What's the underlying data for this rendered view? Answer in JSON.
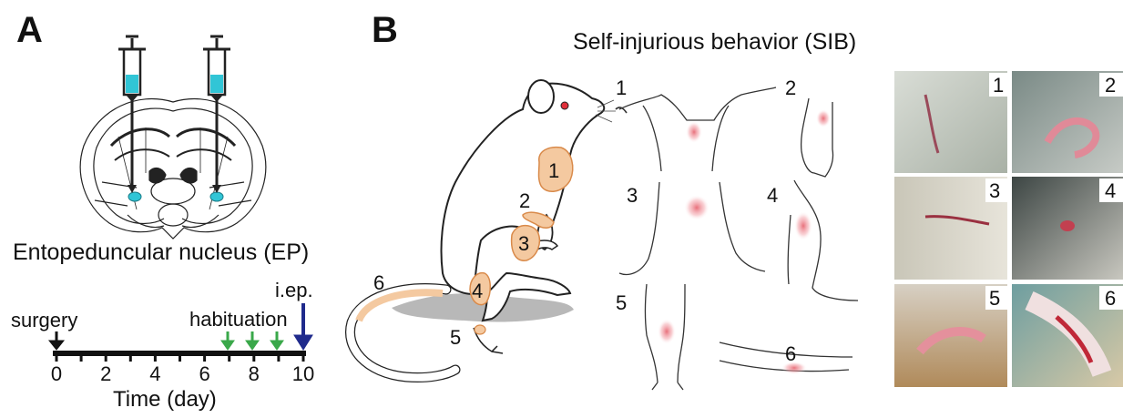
{
  "panel_a": {
    "letter": "A",
    "brain_label": "Entopeduncular nucleus (EP)",
    "timeline": {
      "event_surgery": "surgery",
      "event_habituation": "habituation",
      "event_iep": "i.ep.",
      "ticks": [
        "0",
        "2",
        "4",
        "6",
        "8",
        "10"
      ],
      "axis_label": "Time (day)",
      "colors": {
        "surgery": "#111111",
        "habituation": "#3aa84a",
        "iep": "#1f2a8c"
      }
    }
  },
  "panel_b": {
    "letter": "B",
    "title": "Self-injurious behavior (SIB)",
    "body_numbers": [
      "1",
      "2",
      "3",
      "4",
      "5",
      "6"
    ],
    "detail_numbers": [
      "1",
      "2",
      "3",
      "4",
      "5",
      "6"
    ],
    "photo_numbers": [
      "1",
      "2",
      "3",
      "4",
      "5",
      "6"
    ],
    "colors": {
      "patch": "#f4c9a0",
      "patch_stroke": "#d98a4a",
      "injury": "#e8707a"
    }
  }
}
